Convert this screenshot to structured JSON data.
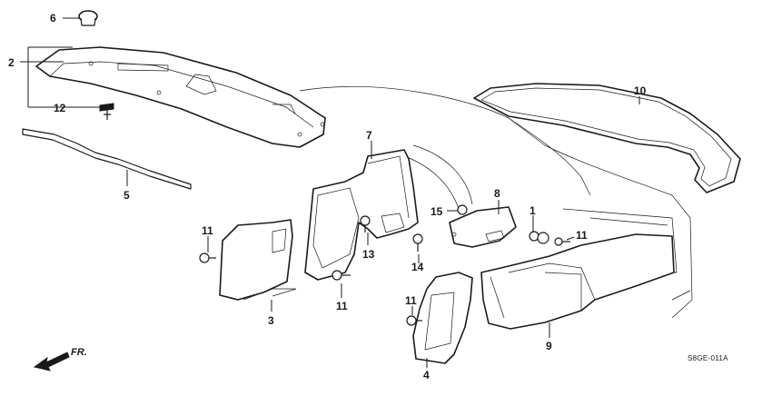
{
  "callouts": {
    "p1": "1",
    "p2": "2",
    "p3": "3",
    "p4": "4",
    "p5": "5",
    "p6": "6",
    "p7": "7",
    "p8": "8",
    "p9": "9",
    "p10": "10",
    "p11a": "11",
    "p11b": "11",
    "p11c": "11",
    "p11d": "11",
    "p12": "12",
    "p13": "13",
    "p14": "14",
    "p15": "15"
  },
  "direction_label": "FR.",
  "diagram_code": "S8GE-011A",
  "colors": {
    "ink": "#1a1a1a",
    "paper": "#ffffff"
  }
}
